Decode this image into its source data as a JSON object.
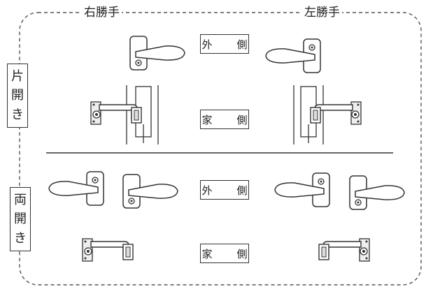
{
  "header": {
    "right_hand": "右勝手",
    "left_hand": "左勝手"
  },
  "rows": {
    "single": {
      "label_chars": [
        "片",
        "開",
        "き"
      ],
      "outside": "外　側",
      "inside": "家　側"
    },
    "double": {
      "label_chars": [
        "両",
        "開",
        "き"
      ],
      "outside": "外　側",
      "inside": "家　側"
    }
  },
  "colors": {
    "line": "#333333",
    "fill": "#ffffff",
    "plate": "#eeeeee"
  },
  "icons": [
    "lever-handle-icon",
    "keyhole-icon",
    "latch-lock-icon"
  ]
}
